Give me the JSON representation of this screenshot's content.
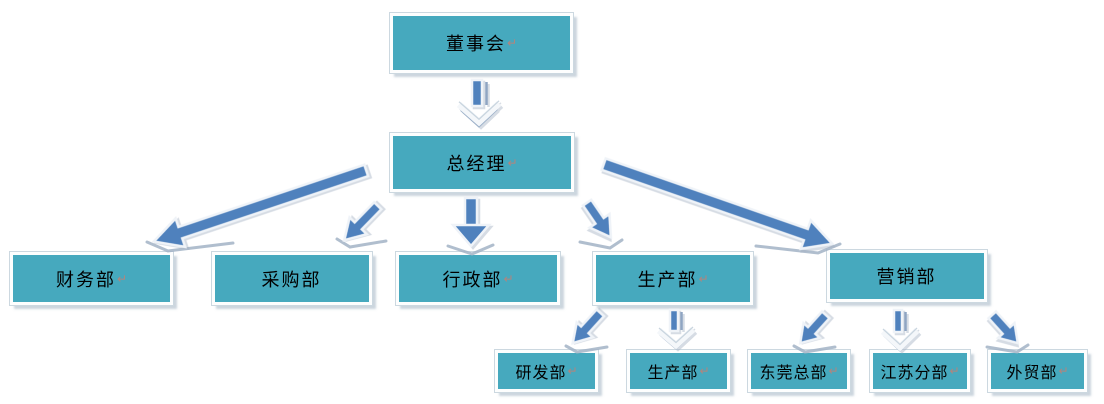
{
  "document": {
    "type": "organization-chart",
    "background": "#FFFFFF"
  },
  "colors": {
    "box_fill": "#46A9BE",
    "box_border": "#FDFEFE",
    "box_shadow": "#9AADBE",
    "arrow_fill": "#4F81BD",
    "arrow_outline": "#EFF3F8",
    "arrow_ground_shadow": "#A2B3C5",
    "paragraph_mark_color": "#B5847C",
    "text_color": "#000000"
  },
  "nodes": [
    {
      "id": "board",
      "label": "董事会",
      "paragraph_mark": "↵"
    },
    {
      "id": "general-manager",
      "label": "总经理",
      "paragraph_mark": "↵"
    },
    {
      "id": "finance",
      "label": "财务部",
      "paragraph_mark": "↵"
    },
    {
      "id": "purchasing",
      "label": "采购部",
      "paragraph_mark": ""
    },
    {
      "id": "admin",
      "label": "行政部",
      "paragraph_mark": "↵"
    },
    {
      "id": "production",
      "label": "生产部",
      "paragraph_mark": "↵"
    },
    {
      "id": "marketing",
      "label": "营销部",
      "paragraph_mark": ""
    },
    {
      "id": "rnd",
      "label": "研发部",
      "paragraph_mark": "↵"
    },
    {
      "id": "production-sub",
      "label": "生产部",
      "paragraph_mark": "↵"
    },
    {
      "id": "dongguan-hq",
      "label": "东莞总部",
      "paragraph_mark": "↵"
    },
    {
      "id": "jiangsu-branch",
      "label": "江苏分部",
      "paragraph_mark": "↵"
    },
    {
      "id": "foreign-trade",
      "label": "外贸部",
      "paragraph_mark": "↵"
    }
  ],
  "hierarchy": {
    "董事会": [
      "总经理"
    ],
    "总经理": [
      "财务部",
      "采购部",
      "行政部",
      "生产部",
      "营销部"
    ],
    "生产部": [
      "研发部",
      "生产部"
    ],
    "营销部": [
      "东莞总部",
      "江苏分部",
      "外贸部"
    ]
  },
  "edges": [
    {
      "from": "董事会",
      "to": "总经理",
      "style": "vertical-chevron-head"
    },
    {
      "from": "总经理",
      "to": "财务部",
      "style": "long-diagonal"
    },
    {
      "from": "总经理",
      "to": "采购部",
      "style": "short-diagonal"
    },
    {
      "from": "总经理",
      "to": "行政部",
      "style": "vertical-solid-head"
    },
    {
      "from": "总经理",
      "to": "生产部",
      "style": "short-diagonal"
    },
    {
      "from": "总经理",
      "to": "营销部",
      "style": "long-diagonal"
    },
    {
      "from": "生产部",
      "to": "研发部",
      "style": "short-diagonal"
    },
    {
      "from": "生产部",
      "to": "生产部",
      "style": "vertical-chevron-head"
    },
    {
      "from": "营销部",
      "to": "东莞总部",
      "style": "short-diagonal"
    },
    {
      "from": "营销部",
      "to": "江苏分部",
      "style": "vertical-chevron-head"
    },
    {
      "from": "营销部",
      "to": "外贸部",
      "style": "short-diagonal"
    }
  ]
}
